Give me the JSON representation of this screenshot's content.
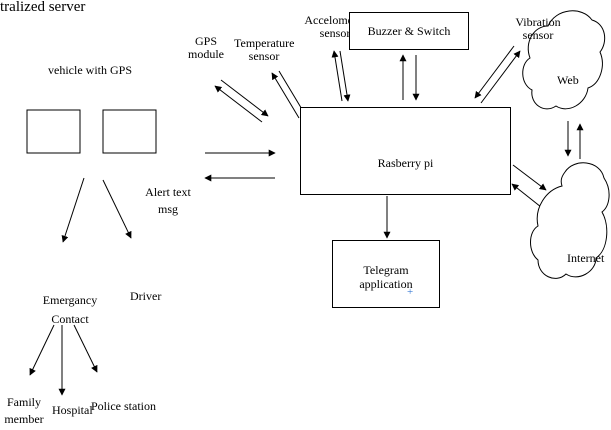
{
  "header_text": "tralized server",
  "vehicle": {
    "title": "vehicle with GPS"
  },
  "sensors": {
    "gps": [
      "GPS",
      "module"
    ],
    "temperature": [
      "Temperature",
      "sensor"
    ],
    "accelerometer": [
      "Accelometer",
      "sensor"
    ],
    "vibration": [
      "Vibration",
      "sensor"
    ]
  },
  "buzzer": {
    "label": "Buzzer & Switch"
  },
  "raspberry": {
    "label": "Rasberry pi"
  },
  "telegram": {
    "label": [
      "Telegram",
      "application"
    ]
  },
  "alert": [
    "Alert text",
    "msg"
  ],
  "cloud": {
    "web": "Web",
    "internet": "Internet"
  },
  "contacts": {
    "emergency": [
      "Emergancy",
      "Contact"
    ],
    "driver": "Driver",
    "family": [
      "Family",
      "member"
    ],
    "hospital": "Hospital",
    "police": "Police station"
  },
  "colors": {
    "line": "#000000",
    "cursor": "#3a7bd5"
  }
}
